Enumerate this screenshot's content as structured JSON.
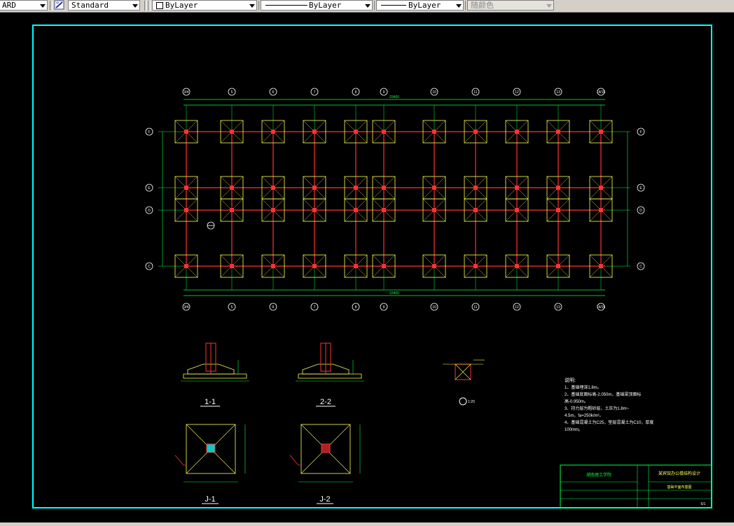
{
  "toolbar": {
    "textstyle_value": "ARD",
    "dimstyle_value": "Standard",
    "layer_color_value": "ByLayer",
    "linetype_value": "ByLayer",
    "lineweight_value": "ByLayer",
    "plotstyle_value": "随颜色"
  },
  "plan": {
    "axis_top": [
      "3/4",
      "5",
      "6",
      "7",
      "8",
      "9",
      "10",
      "11",
      "12",
      "13",
      "14/15"
    ],
    "axis_bottom": [
      "3/4",
      "5",
      "6",
      "7",
      "8",
      "9",
      "10",
      "11",
      "12",
      "13",
      "14/15"
    ],
    "axis_left": [
      "F",
      "E",
      "D",
      "C"
    ],
    "axis_right": [
      "F",
      "E",
      "D",
      "C"
    ],
    "overall_dim": "33400"
  },
  "sections": {
    "s11": "1-1",
    "s22": "2-2",
    "detail": "1:20",
    "j1": "J-1",
    "j2": "J-2"
  },
  "notes": {
    "title": "说明:",
    "lines": [
      "1、基础埋深1.8m。",
      "2、基础底面标高-2.050m，基础梁顶面标",
      "高-0.950m。",
      "3、持力层为粗砂层，土压为1.8m~",
      "4.5m，fa=250k/m²。",
      "4、基础混凝土为C25，垫层混凝土为C10，厚度",
      "100mm。"
    ]
  },
  "titleblock": {
    "school": "湖南理工学院",
    "project": "某宾馆办公楼结构设计",
    "drawing": "基础平面布置图",
    "sheet": "5/1"
  },
  "colors": {
    "frame": "#00ffff",
    "column": "#ff3333",
    "footing": "#ffff55",
    "dim": "#00ff44",
    "text": "#ffffff"
  }
}
